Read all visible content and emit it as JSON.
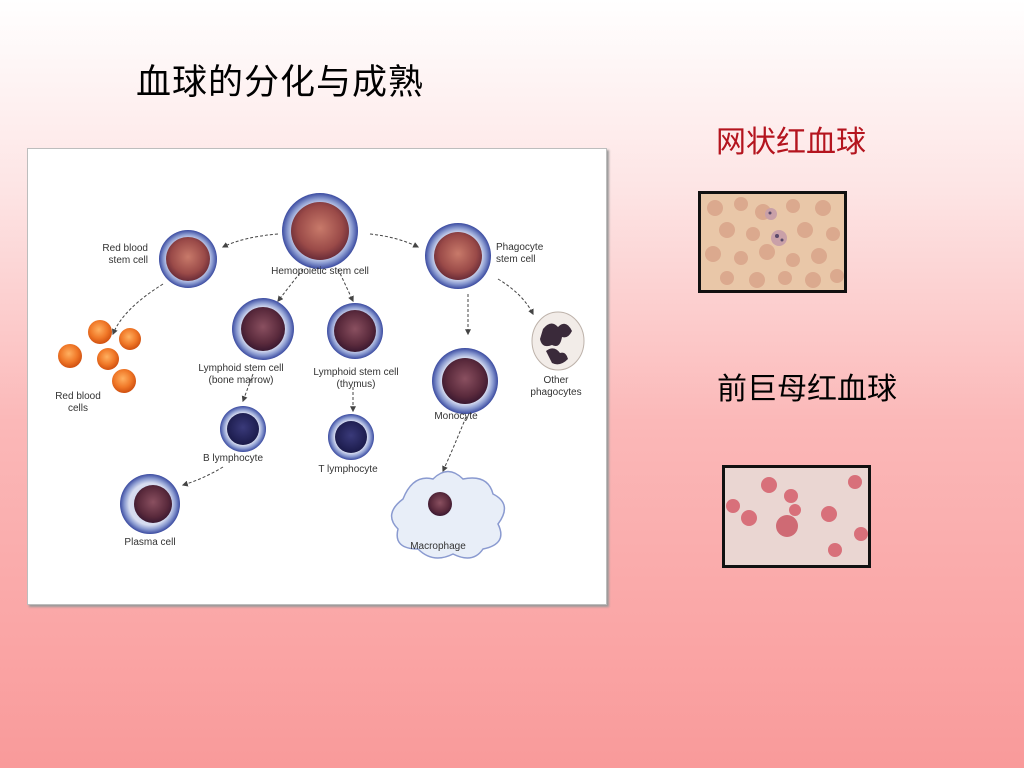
{
  "title": "血球的分化与成熟",
  "photos": {
    "reticulocyte_label": "网状红血球",
    "megaloblast_label": "前巨母红血球"
  },
  "diagram": {
    "labels": {
      "hemopoietic_stem_cell": "Hemopoietic stem cell",
      "red_blood_stem_cell_line1": "Red blood",
      "red_blood_stem_cell_line2": "stem cell",
      "phagocyte_stem_cell_line1": "Phagocyte",
      "phagocyte_stem_cell_line2": "stem cell",
      "lymphoid_stem_cell_line1": "Lymphoid stem cell",
      "lymphoid_stem_cell_line2": "(bone marrow)",
      "lymphoid_stem_cell_thymus_line1": "Lymphoid stem cell",
      "lymphoid_stem_cell_thymus_line2": "(thymus)",
      "red_blood_cells_line1": "Red blood",
      "red_blood_cells_line2": "cells",
      "other_phagocytes_line1": "Other",
      "other_phagocytes_line2": "phagocytes",
      "b_lymphocyte": "B lymphocyte",
      "t_lymphocyte": "T lymphocyte",
      "monocyte": "Monocyte",
      "plasma_cell": "Plasma cell",
      "macrophage": "Macrophage"
    }
  }
}
